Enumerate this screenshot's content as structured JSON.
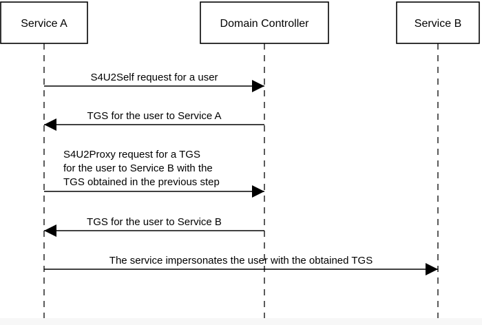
{
  "participants": [
    {
      "id": "service-a",
      "label": "Service A"
    },
    {
      "id": "domain-controller",
      "label": "Domain Controller"
    },
    {
      "id": "service-b",
      "label": "Service B"
    }
  ],
  "messages": [
    {
      "from": "service-a",
      "to": "domain-controller",
      "lines": [
        "S4U2Self request for a user"
      ]
    },
    {
      "from": "domain-controller",
      "to": "service-a",
      "lines": [
        "TGS for the user to Service A"
      ]
    },
    {
      "from": "service-a",
      "to": "domain-controller",
      "lines": [
        "S4U2Proxy request for a TGS",
        "for the user to Service B with the",
        "TGS obtained in the previous step"
      ]
    },
    {
      "from": "domain-controller",
      "to": "service-a",
      "lines": [
        "TGS for the user to Service B"
      ]
    },
    {
      "from": "service-a",
      "to": "service-b",
      "lines": [
        "The service impersonates the user with the obtained TGS"
      ]
    }
  ]
}
